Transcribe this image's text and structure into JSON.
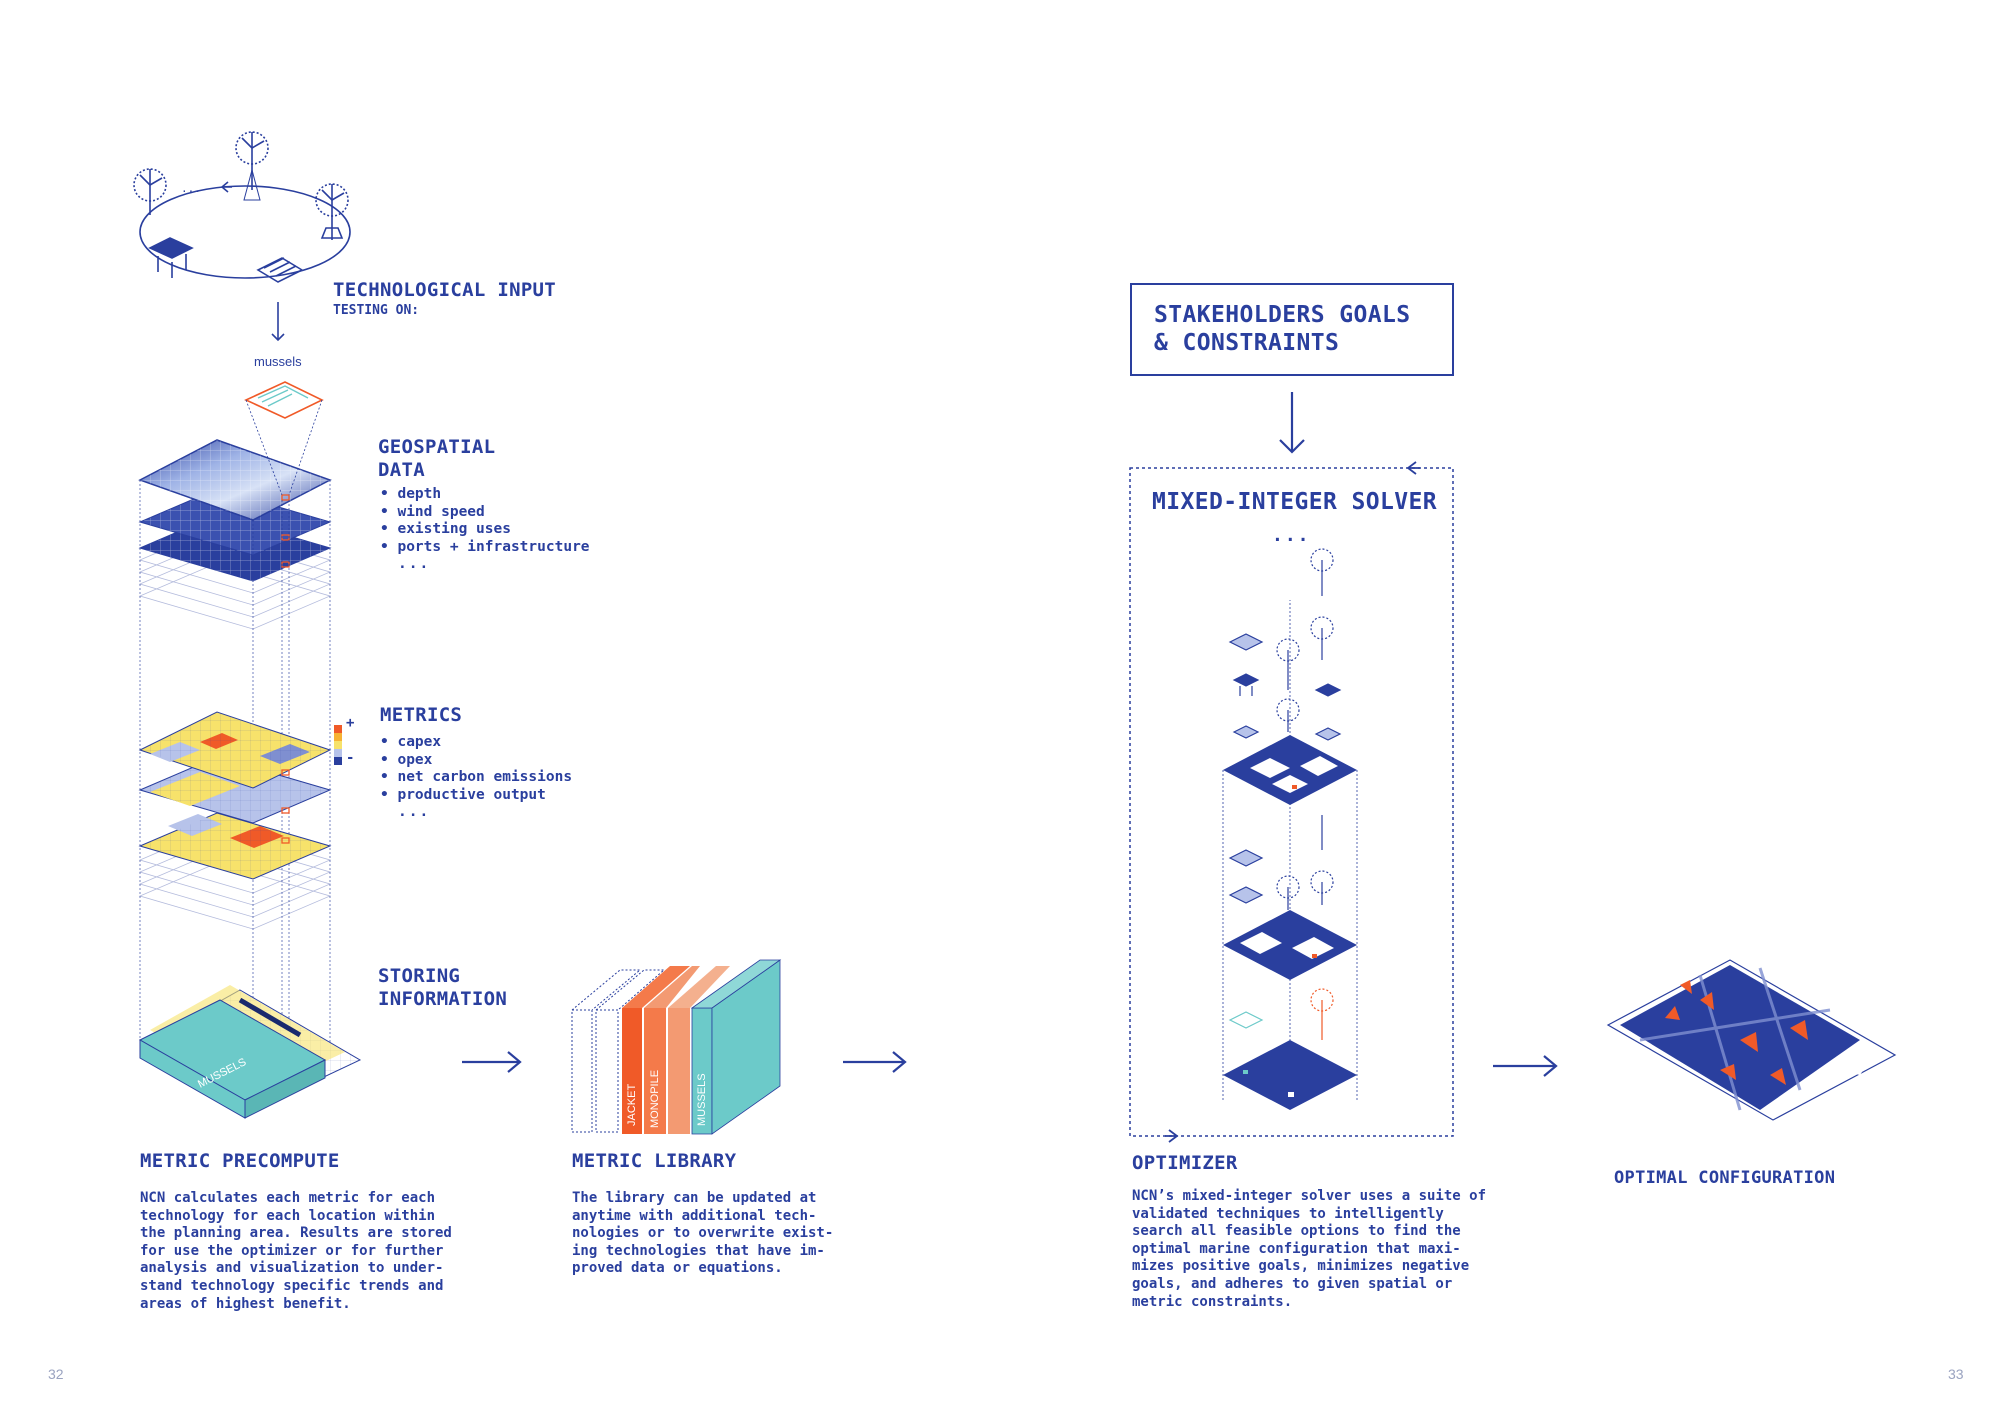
{
  "tech_input": {
    "title": "TECHNOLOGICAL INPUT",
    "subtitle": "TESTING ON:",
    "item": "mussels",
    "ellipsis": "..."
  },
  "geospatial": {
    "title_line1": "GEOSPATIAL",
    "title_line2": "DATA",
    "items": [
      "depth",
      "wind speed",
      "existing uses",
      "ports + infrastructure"
    ],
    "ellipsis": "..."
  },
  "metrics": {
    "title": "METRICS",
    "items": [
      "capex",
      "opex",
      "net carbon emissions",
      "productive output"
    ],
    "ellipsis": "...",
    "legend_plus": "+",
    "legend_minus": "-"
  },
  "storing": {
    "title_line1": "STORING",
    "title_line2": "INFORMATION",
    "folder_label": "MUSSELS"
  },
  "metric_precompute": {
    "title": "METRIC PRECOMPUTE",
    "lines": [
      "NCN calculates each metric for each",
      "technology for each location within",
      "the planning area. Results are stored",
      "for use the optimizer or for further",
      "analysis and visualization to under-",
      "stand technology specific trends and",
      "areas of highest benefit."
    ]
  },
  "metric_library": {
    "title": "METRIC LIBRARY",
    "books": [
      "JACKET",
      "MONOPILE",
      "MUSSELS"
    ],
    "lines": [
      "The library can be updated at",
      "anytime with additional tech-",
      "nologies or to overwrite exist-",
      "ing technologies that have im-",
      "proved data or equations."
    ]
  },
  "stakeholders": {
    "line1": "STAKEHOLDERS GOALS",
    "line2": "& CONSTRAINTS"
  },
  "solver": {
    "title": "MIXED-INTEGER SOLVER",
    "ellipsis": "..."
  },
  "optimizer": {
    "title": "OPTIMIZER",
    "lines": [
      "NCN’s mixed-integer solver uses a suite of",
      "validated techniques to intelligently",
      "search all feasible options to find the",
      "optimal marine configuration that maxi-",
      "mizes positive goals, minimizes negative",
      "goals, and adheres to given spatial or",
      "metric constraints."
    ]
  },
  "optimal": {
    "title": "OPTIMAL CONFIGURATION"
  },
  "pages": {
    "left": "32",
    "right": "33"
  },
  "colors": {
    "blue": "#2a3f9e",
    "orange": "#f05a28",
    "teal": "#6ccac9",
    "yellow": "#f7e26b"
  }
}
